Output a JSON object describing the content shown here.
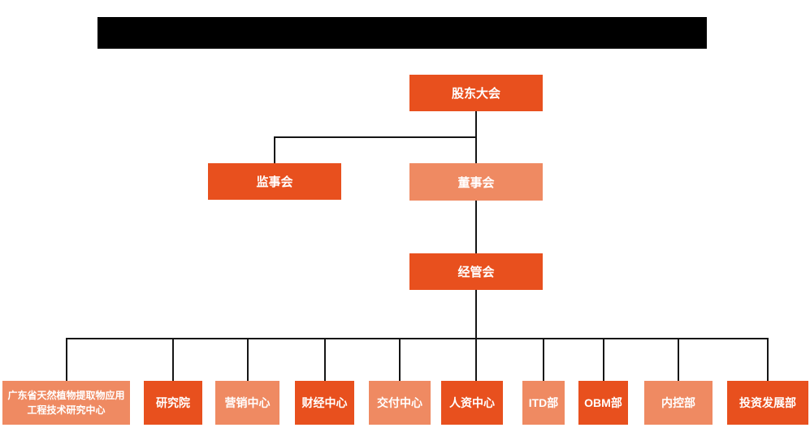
{
  "colors": {
    "box_primary": "#E8501E",
    "box_secondary": "#EF8A62",
    "line": "#151515",
    "redacted_bar": "#000000",
    "label_text": "#FFFFFF",
    "background": "#FFFFFF"
  },
  "org": {
    "levels": {
      "shareholders": "股东大会",
      "supervisory": "监事会",
      "board": "董事会",
      "management": "经管会"
    },
    "departments": [
      {
        "label": "广东省天然植物提取物应用工程技术研究中心",
        "variant": "light"
      },
      {
        "label": "研究院",
        "variant": "dark"
      },
      {
        "label": "营销中心",
        "variant": "light"
      },
      {
        "label": "财经中心",
        "variant": "dark"
      },
      {
        "label": "交付中心",
        "variant": "light"
      },
      {
        "label": "人资中心",
        "variant": "dark"
      },
      {
        "label": "ITD部",
        "variant": "light"
      },
      {
        "label": "OBM部",
        "variant": "dark"
      },
      {
        "label": "内控部",
        "variant": "light"
      },
      {
        "label": "投资发展部",
        "variant": "dark"
      }
    ]
  }
}
